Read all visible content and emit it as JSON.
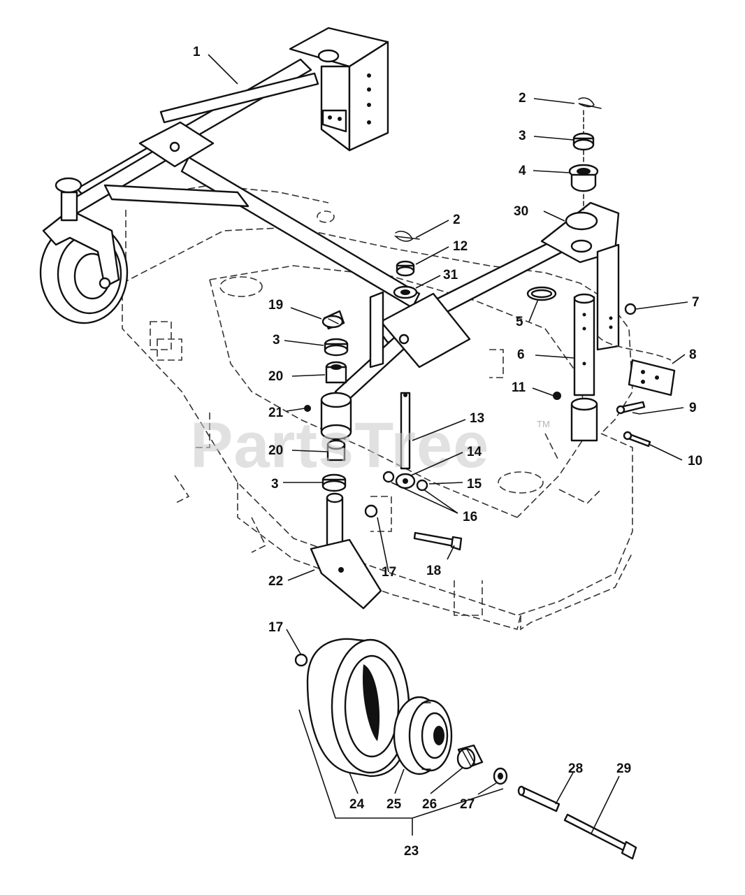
{
  "watermark": {
    "text": "PartsTree",
    "mark": "TM"
  },
  "callouts": [
    {
      "id": "c1",
      "text": "1"
    },
    {
      "id": "c2a",
      "text": "2"
    },
    {
      "id": "c3a",
      "text": "3"
    },
    {
      "id": "c4",
      "text": "4"
    },
    {
      "id": "c30",
      "text": "30"
    },
    {
      "id": "c2b",
      "text": "2"
    },
    {
      "id": "c12",
      "text": "12"
    },
    {
      "id": "c31",
      "text": "31"
    },
    {
      "id": "c7",
      "text": "7"
    },
    {
      "id": "c19",
      "text": "19"
    },
    {
      "id": "c5",
      "text": "5"
    },
    {
      "id": "c3b",
      "text": "3"
    },
    {
      "id": "c6",
      "text": "6"
    },
    {
      "id": "c8",
      "text": "8"
    },
    {
      "id": "c20a",
      "text": "20"
    },
    {
      "id": "c11",
      "text": "11"
    },
    {
      "id": "c21",
      "text": "21"
    },
    {
      "id": "c9",
      "text": "9"
    },
    {
      "id": "c13",
      "text": "13"
    },
    {
      "id": "c20b",
      "text": "20"
    },
    {
      "id": "c14",
      "text": "14"
    },
    {
      "id": "c10",
      "text": "10"
    },
    {
      "id": "c15",
      "text": "15"
    },
    {
      "id": "c3c",
      "text": "3"
    },
    {
      "id": "c16",
      "text": "16"
    },
    {
      "id": "c18",
      "text": "18"
    },
    {
      "id": "c22",
      "text": "22"
    },
    {
      "id": "c17a",
      "text": "17"
    },
    {
      "id": "c17b",
      "text": "17"
    },
    {
      "id": "c28",
      "text": "28"
    },
    {
      "id": "c29",
      "text": "29"
    },
    {
      "id": "c24",
      "text": "24"
    },
    {
      "id": "c25",
      "text": "25"
    },
    {
      "id": "c26",
      "text": "26"
    },
    {
      "id": "c27",
      "text": "27"
    },
    {
      "id": "c23",
      "text": "23"
    }
  ]
}
